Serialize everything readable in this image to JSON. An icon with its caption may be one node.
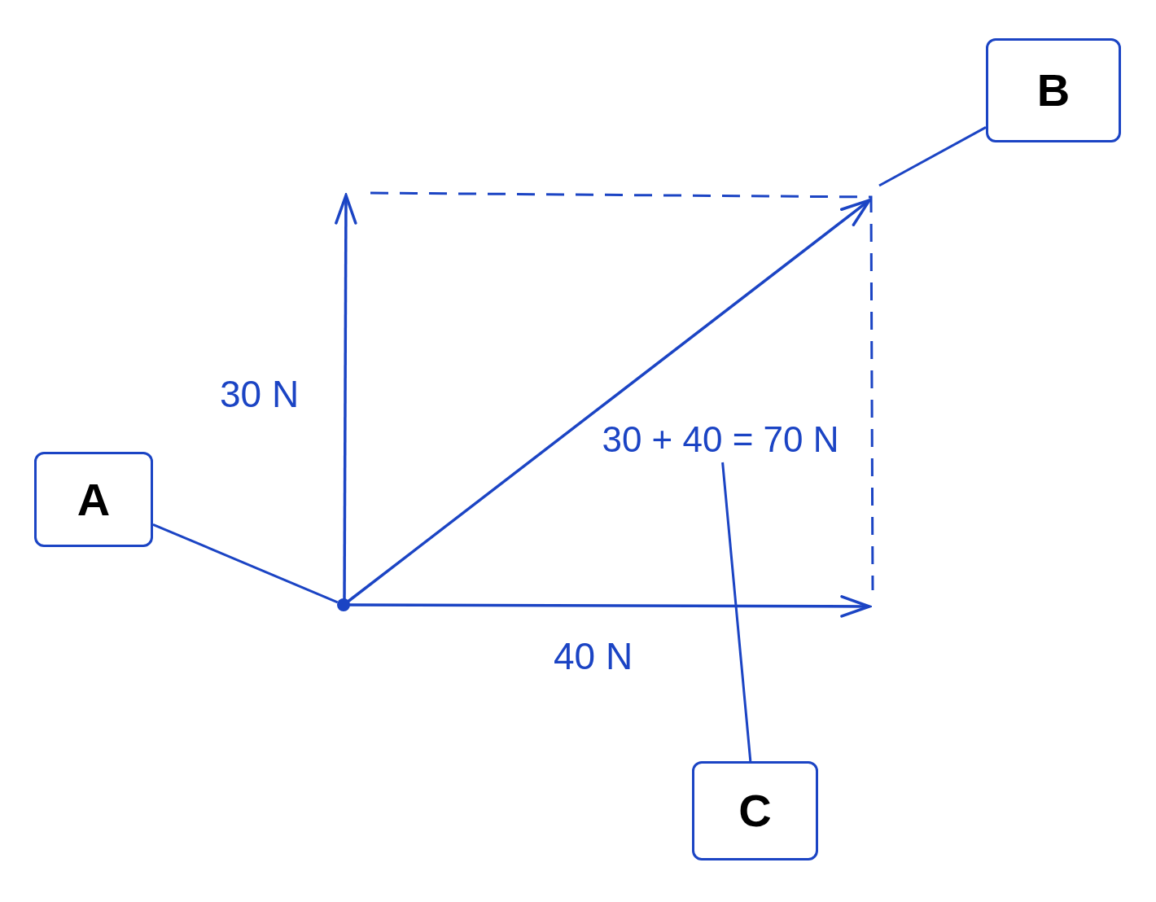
{
  "diagram": {
    "nodes": [
      {
        "text": [
          "A"
        ]
      },
      {
        "text": [
          "B"
        ]
      },
      {
        "text": [
          "C"
        ]
      },
      {
        "text": [],
        "shape": "circle"
      },
      {
        "text": [
          "30 + 40 = 70 N"
        ]
      }
    ],
    "edges": [
      {
        "from": 0,
        "to": 3,
        "arrow": "none"
      },
      {
        "from": 1,
        "to": null,
        "arrow": "none"
      },
      {
        "from": 2,
        "to": 4,
        "arrow": "none"
      }
    ],
    "labels": [
      "30 N",
      "40 N"
    ]
  }
}
